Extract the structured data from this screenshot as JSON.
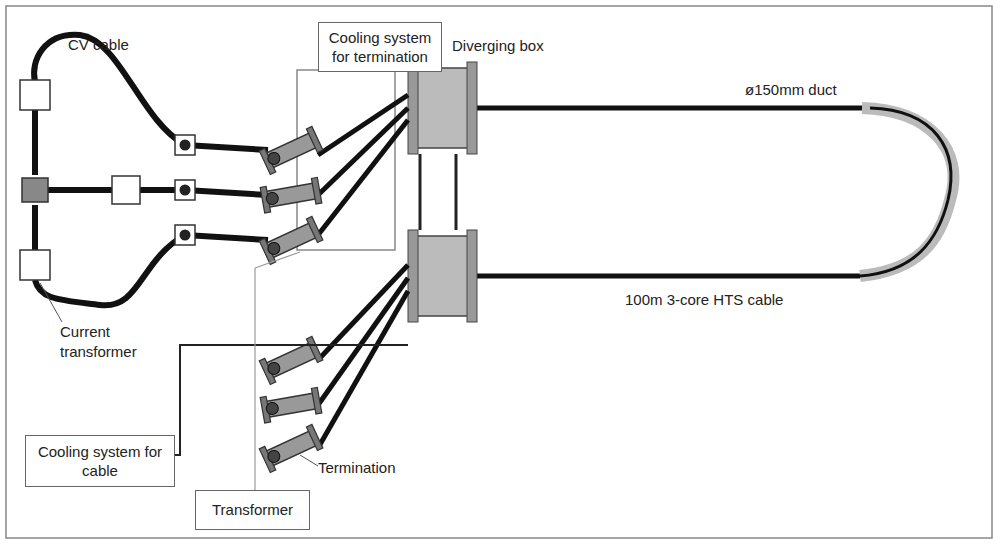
{
  "diagram": {
    "nodes": [
      {
        "text": [
          "Cooling system for termination"
        ]
      },
      {
        "text": [
          "Cooling system for cable"
        ]
      },
      {
        "text": [
          "Transformer"
        ]
      }
    ],
    "labels": [
      "CV cable",
      "Diverging box",
      "ø150mm duct",
      "100m 3-core HTS cable",
      "Current transformer",
      "Termination"
    ]
  }
}
